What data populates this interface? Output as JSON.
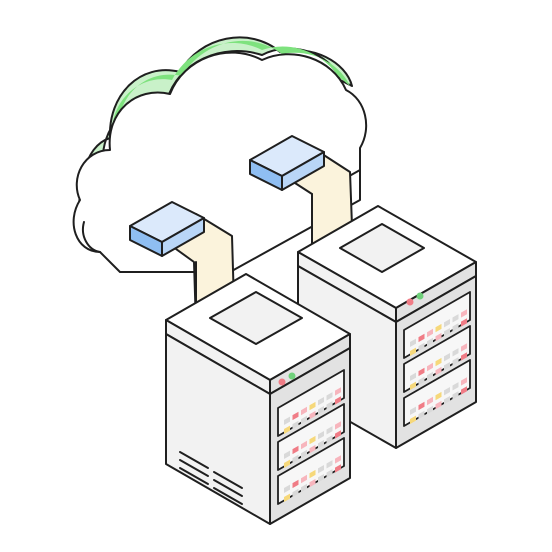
{
  "illustration": {
    "subject": [
      "cloud",
      "server",
      "server",
      "cable",
      "cable"
    ],
    "colors": {
      "outline": "#1f1f1f",
      "cloud_face": "#ffffff",
      "cloud_side_light": "#c9f1c9",
      "cloud_side_dark": "#7ee27e",
      "plug_top": "#dbe9fb",
      "plug_side": "#8fbef2",
      "cable": "#fbf3dc",
      "server_top": "#ffffff",
      "server_body": "#f2f2f2",
      "server_side": "#e2e2e2",
      "led_red": "#f07c86",
      "led_green": "#6fd07a",
      "drive_slot": "#d9d9d9",
      "drive_red": "#f07c86",
      "drive_pink": "#f7b5bd",
      "drive_yellow": "#f6d87a"
    }
  }
}
